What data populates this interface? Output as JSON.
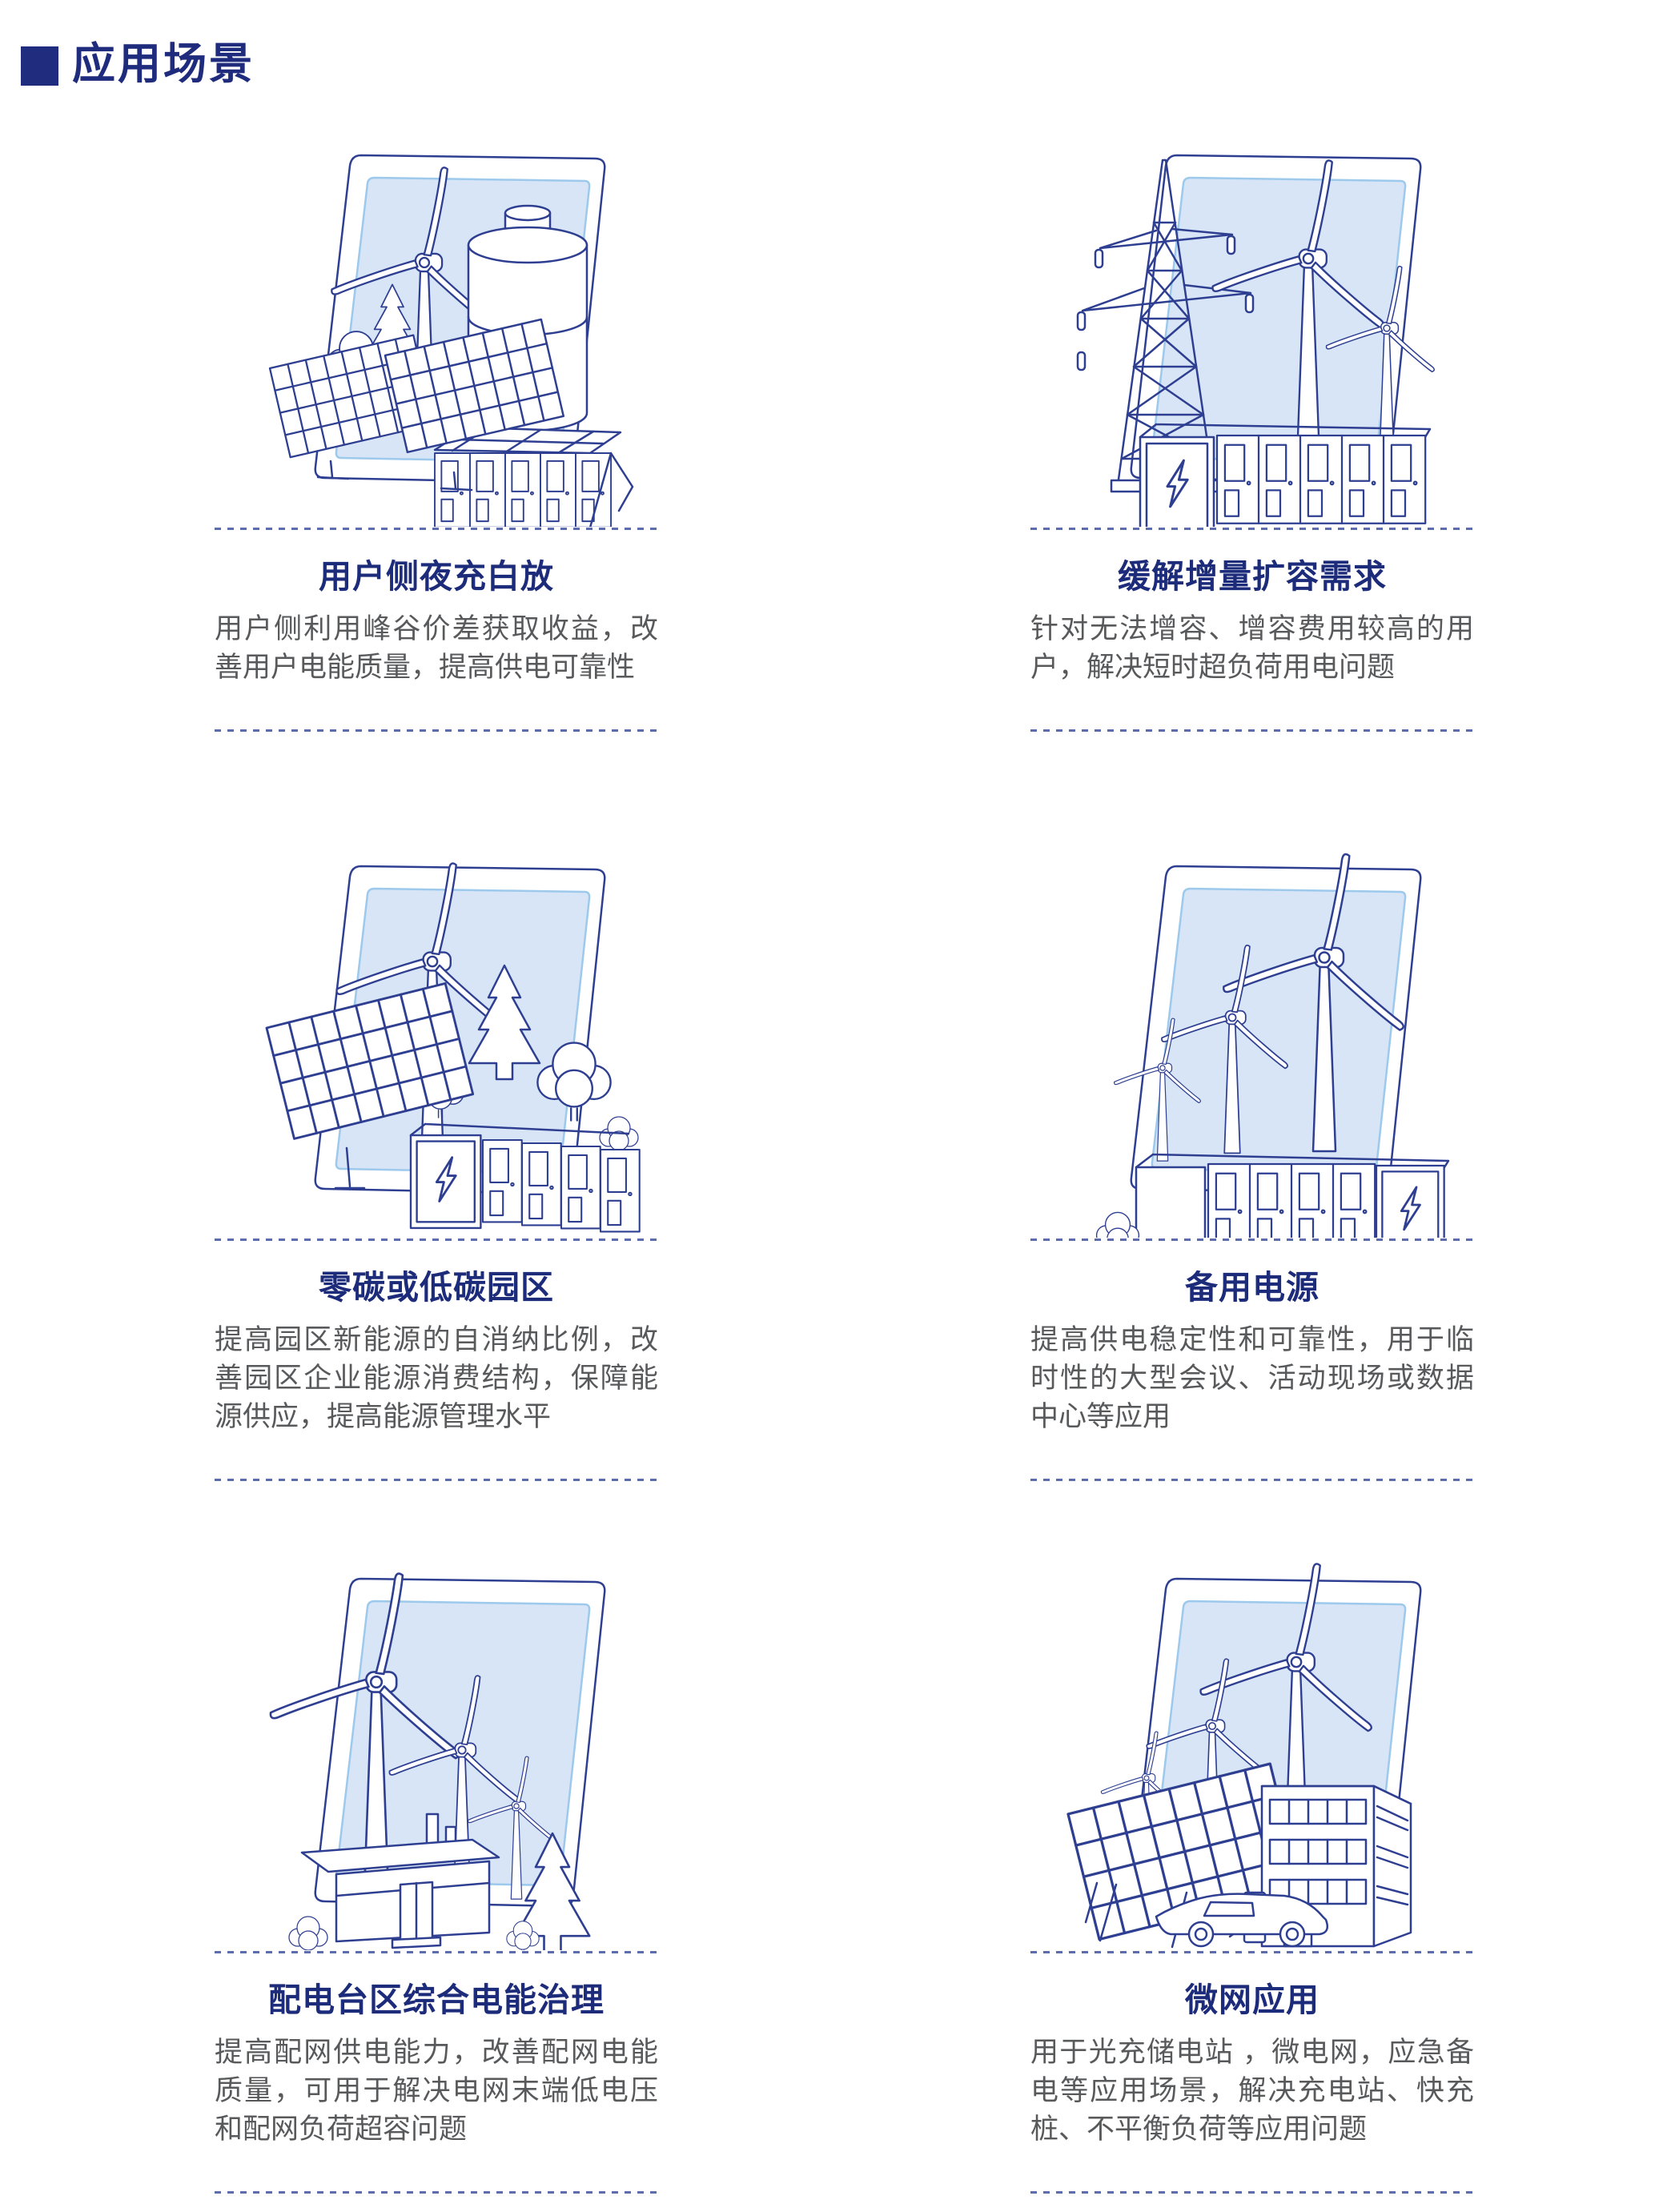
{
  "header": {
    "title": "应用场景"
  },
  "cards": [
    {
      "title": "用户侧夜充白放",
      "body": "用户侧利用峰谷价差获取收益，改善用户电能质量，提高供电可靠性",
      "illustration": "wind-turbine-battery-solar-panels-storage-cabinets"
    },
    {
      "title": "缓解增量扩容需求",
      "body": "针对无法增容、增容费用较高的用户，解决短时超负荷用电问题",
      "illustration": "transmission-tower-wind-turbines-storage-cabinets"
    },
    {
      "title": "零碳或低碳园区",
      "body": "提高园区新能源的自消纳比例，改善园区企业能源消费结构，保障能源供应，提高能源管理水平",
      "illustration": "pole-solar-panel-wind-turbine-trees-storage-cabinets"
    },
    {
      "title": "备用电源",
      "body": "提高供电稳定性和可靠性，用于临时性的大型会议、活动现场或数据中心等应用",
      "illustration": "three-wind-turbines-storage-cabinets-bush"
    },
    {
      "title": "配电台区综合电能治理",
      "body": "提高配网供电能力，改善配网电能质量，可用于解决电网末端低电压和配网负荷超容问题",
      "illustration": "wind-turbines-substation-building-pine-trees"
    },
    {
      "title": "微网应用",
      "body": "用于光充储电站 ，微电网，应急备电等应用场景，解决充电站、快充桩、不平衡负荷等应用问题",
      "illustration": "wind-turbines-office-building-solar-carport-ev-charging"
    }
  ],
  "colors": {
    "header_navy": "#202d7e",
    "title_navy": "#1c2b7a",
    "body_gray": "#58595b",
    "line_navy": "#2e3f92",
    "panel_blue": "#d8e5f6",
    "panel_edge": "#9cc9ec",
    "dash_blue": "#5d6cab"
  }
}
